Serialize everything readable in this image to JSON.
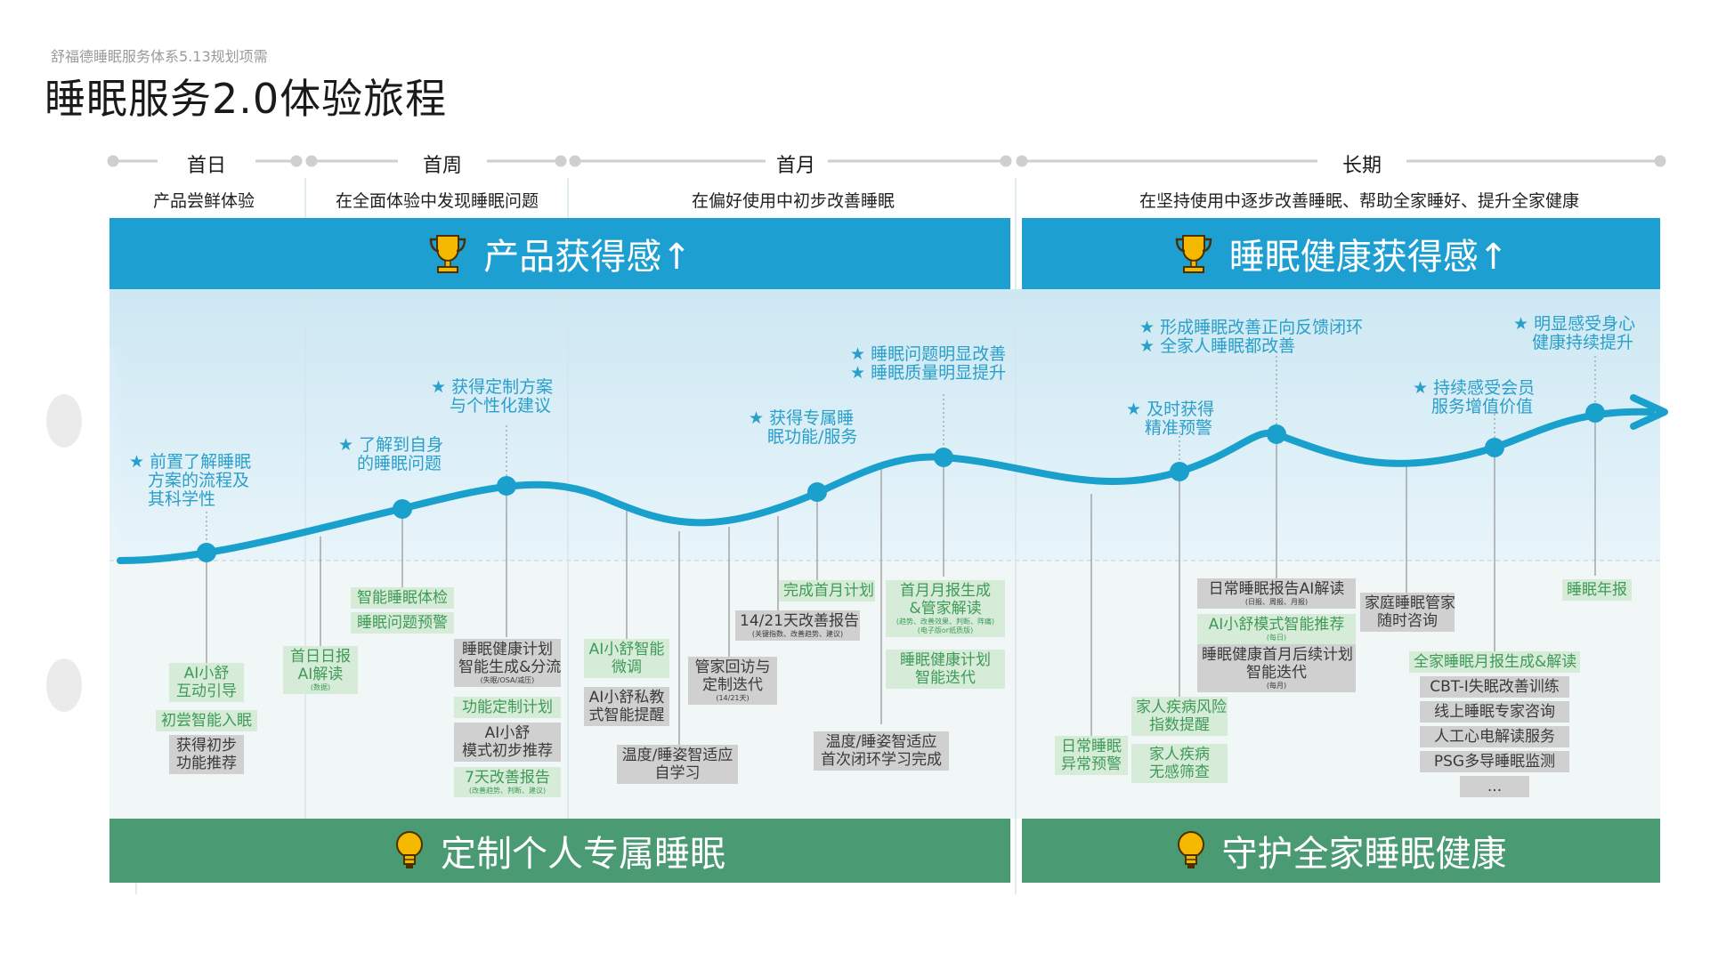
{
  "header": {
    "subtitle": "舒福德睡眠服务体系5.13规划项需",
    "title": "睡眠服务2.0体验旅程"
  },
  "phases": [
    {
      "name": "首日",
      "desc": "产品尝鲜体验"
    },
    {
      "name": "首周",
      "desc": "在全面体验中发现睡眠问题"
    },
    {
      "name": "首月",
      "desc": "在偏好使用中初步改善睡眠"
    },
    {
      "name": "长期",
      "desc": "在坚持使用中逐步改善睡眠、帮助全家睡好、提升全家健康"
    }
  ],
  "banners": {
    "top_left": "产品获得感↑",
    "top_right": "睡眠健康获得感↑",
    "bottom_left": "定制个人专属睡眠",
    "bottom_right": "守护全家睡眠健康"
  },
  "icons": {
    "trophy": "trophy-icon",
    "bulb": "lightbulb-icon"
  },
  "colors": {
    "blue": "#1e9fd1",
    "green": "#4a9a73",
    "curve": "#1aa0cc",
    "goal_text": "#2a9fca"
  },
  "goals": {
    "g1": [
      "前置了解睡眠",
      "方案的流程及",
      "其科学性"
    ],
    "g2": [
      "了解到自身",
      "的睡眠问题"
    ],
    "g3": [
      "获得定制方案",
      "与个性化建议"
    ],
    "g4": [
      "获得专属睡",
      "眠功能/服务"
    ],
    "g5": [
      "睡眠问题明显改善",
      "睡眠质量明显提升"
    ],
    "g6": [
      "及时获得",
      "精准预警"
    ],
    "g7": [
      "形成睡眠改善正向反馈闭环",
      "全家人睡眠都改善"
    ],
    "g8": [
      "持续感受会员",
      "服务增值价值"
    ],
    "g9": [
      "明显感受身心",
      "健康持续提升"
    ]
  },
  "boxes": {
    "b1": "AI小舒\n互动引导",
    "b2": "初尝智能入眠",
    "b3": "获得初步\n功能推荐",
    "b4": "首日日报\nAI解读",
    "b4s": "(数据)",
    "b5": "智能睡眠体检",
    "b6": "睡眠问题预警",
    "b7": "睡眠健康计划\n智能生成&分流",
    "b7s": "(失眠/OSA/减压)",
    "b8": "功能定制计划",
    "b9": "AI小舒\n模式初步推荐",
    "b10": "7天改善报告",
    "b10s": "(改善趋势、判断、建议)",
    "b11": "AI小舒智能\n微调",
    "b12": "AI小舒私教\n式智能提醒",
    "b13": "温度/睡姿智适应\n自学习",
    "b14": "管家回访与\n定制迭代",
    "b14s": "(14/21天)",
    "b15": "14/21天改善报告",
    "b15s": "(关键指数、改善趋势、建议)",
    "b16": "完成首月计划",
    "b17": "首月月报生成\n&管家解读",
    "b17s": "(趋势、改善效果、判断、阵痛)\n(电子版or纸质版)",
    "b18": "睡眠健康计划\n智能迭代",
    "b19": "温度/睡姿智适应\n首次闭环学习完成",
    "b20": "日常睡眠\n异常预警",
    "b21": "家人疾病风险\n指数提醒",
    "b22": "家人疾病\n无感筛查",
    "b23": "日常睡眠报告AI解读",
    "b23s": "(日报、周报、月报)",
    "b24": "AI小舒模式智能推荐",
    "b24s": "(每日)",
    "b25": "睡眠健康首月后续计划\n智能迭代",
    "b25s": "(每月)",
    "b26": "家庭睡眠管家\n随时咨询",
    "b27": "全家睡眠月报生成&解读",
    "b28": "CBT-I失眠改善训练",
    "b29": "线上睡眠专家咨询",
    "b30": "人工心电解读服务",
    "b31": "PSG多导睡眠监测",
    "b32": "...",
    "b33": "睡眠年报"
  }
}
